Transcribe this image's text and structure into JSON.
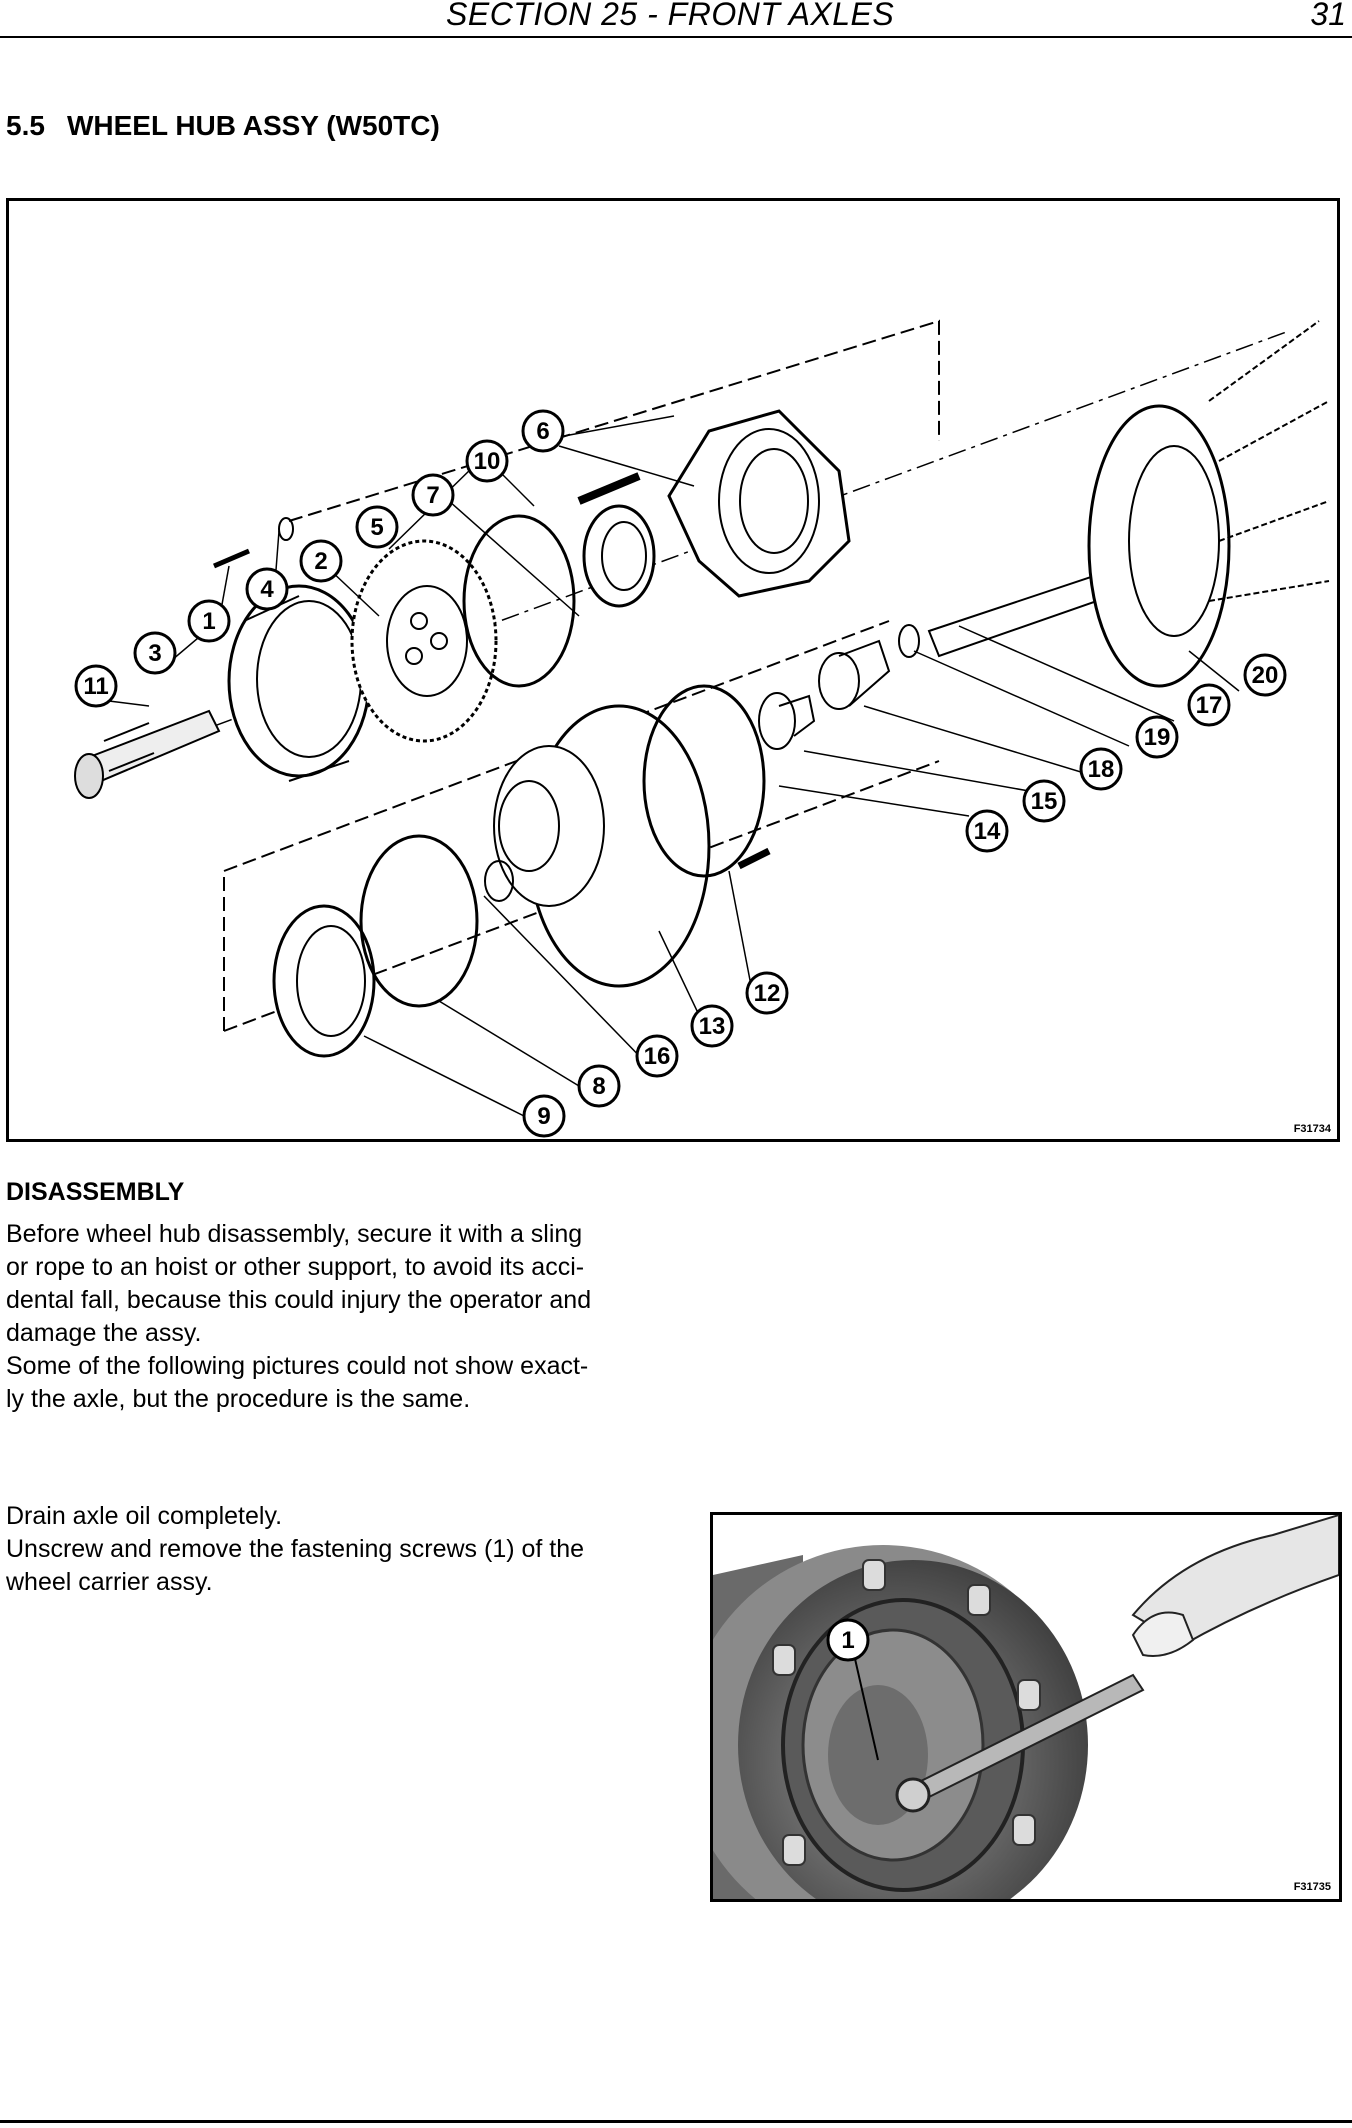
{
  "header": {
    "section": "SECTION 25 - FRONT AXLES",
    "page": "31"
  },
  "title": {
    "number": "5.5",
    "text": "WHEEL HUB ASSY (W50TC)"
  },
  "figure1": {
    "code": "F31734",
    "callouts": [
      "1",
      "2",
      "3",
      "4",
      "5",
      "6",
      "7",
      "8",
      "9",
      "10",
      "11",
      "12",
      "13",
      "14",
      "15",
      "16",
      "17",
      "18",
      "19",
      "20"
    ]
  },
  "disassembly": {
    "heading": "DISASSEMBLY",
    "paragraph1": [
      "Before wheel hub disassembly, secure it with a sling",
      "or rope to an hoist or other support, to avoid its acci-",
      "dental fall, because this could injury the operator and",
      "damage the assy."
    ],
    "paragraph2": [
      "Some of the following pictures could not show exact-",
      "ly the axle, but the procedure is the same."
    ]
  },
  "step1": {
    "lines": [
      "Drain axle oil completely.",
      "Unscrew and remove the fastening screws (1) of the",
      "wheel carrier assy."
    ]
  },
  "figure2": {
    "code": "F31735",
    "callout": "1"
  }
}
